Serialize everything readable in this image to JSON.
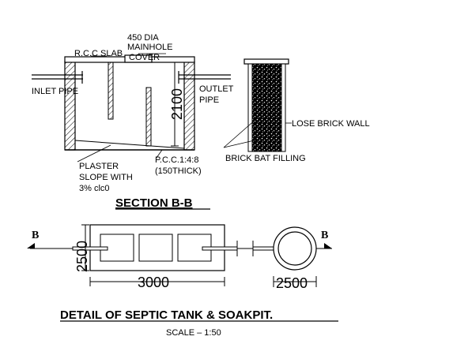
{
  "section": {
    "labels": {
      "manhole": "450 DIA",
      "manhole2": "MAINHOLE",
      "manhole3": "COVER",
      "rcc_slab": "R.C.C SLAB",
      "inlet": "INLET PIPE",
      "outlet1": "OUTLET",
      "outlet2": "PIPE",
      "depth": "2100",
      "plaster1": "PLASTER",
      "plaster2": "SLOPE WITH",
      "plaster3": "3% clc0",
      "pcc1": "P.C.C.1:4:8",
      "pcc2": "(150THICK)",
      "lose_brick": "LOSE BRICK WALL",
      "brick_bat": "BRICK BAT FILLING"
    },
    "title": "SECTION B-B"
  },
  "plan": {
    "marker_left": "B",
    "marker_right": "B",
    "tank_width_dim": "2500",
    "tank_length_dim": "3000",
    "soakpit_dim": "2500"
  },
  "footer": {
    "title": "DETAIL OF  SEPTIC TANK & SOAKPIT.",
    "scale": "SCALE  –  1:50"
  }
}
